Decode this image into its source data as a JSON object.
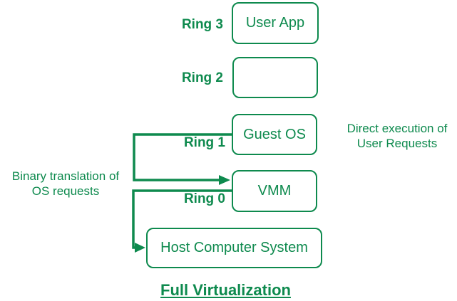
{
  "colors": {
    "accent": "#0e8a4e",
    "background": "#ffffff"
  },
  "diagram": {
    "title": "Full Virtualization",
    "rings": [
      {
        "label": "Ring 3",
        "box_text": "User App"
      },
      {
        "label": "Ring 2",
        "box_text": ""
      },
      {
        "label": "Ring 1",
        "box_text": "Guest OS"
      },
      {
        "label": "Ring 0",
        "box_text": "VMM"
      }
    ],
    "host_box_text": "Host Computer System",
    "annotations": {
      "left": [
        "Binary translation of",
        "OS requests"
      ],
      "right": [
        "Direct execution of",
        "User Requests"
      ]
    }
  }
}
